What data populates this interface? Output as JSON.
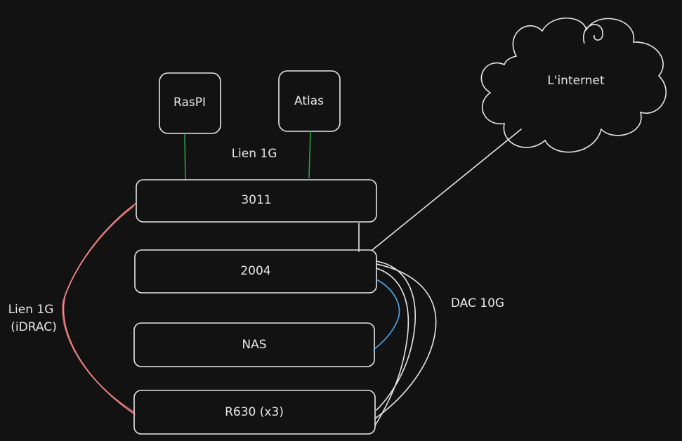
{
  "nodes": {
    "raspi": "RasPI",
    "atlas": "Atlas",
    "internet": "L'internet",
    "switch_3011": "3011",
    "switch_2004": "2004",
    "nas": "NAS",
    "r630": "R630 (x3)"
  },
  "labels": {
    "lien_1g": "Lien 1G",
    "lien_1g_idrac_line1": "Lien 1G",
    "lien_1g_idrac_line2": "(iDRAC)",
    "dac_10g": "DAC 10G"
  },
  "colors": {
    "background": "#121212",
    "stroke": "#e6e6e6",
    "link_1g": "#2f9e44",
    "link_idrac": "#ff8787",
    "link_nas": "#4dabf7"
  }
}
